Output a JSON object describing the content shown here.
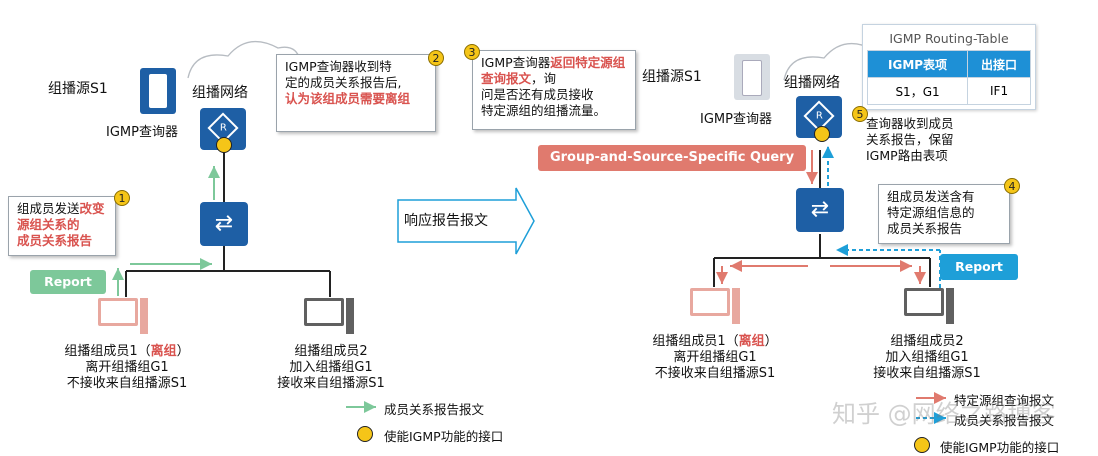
{
  "left": {
    "source_label": "组播源S1",
    "network_label": "组播网络",
    "querier_label": "IGMP查询器",
    "callout2": {
      "badge": "2",
      "line1": "IGMP查询器收到特",
      "line2": "定的成员关系报告后,",
      "highlight": "认为该组成员需要离组"
    },
    "callout1": {
      "badge": "1",
      "prefix": "组成员发送",
      "highlight1": "改变源组关系的",
      "highlight2": "成员关系报告"
    },
    "report_label": "Report",
    "pc1": {
      "line1": "组播组成员1（",
      "leave": "离组",
      "line1_end": "）",
      "line2": "离开组播组G1",
      "line3": "不接收来自组播源S1"
    },
    "pc2": {
      "line1": "组播组成员2",
      "line2": "加入组播组G1",
      "line3": "接收来自组播源S1"
    },
    "legend": {
      "report_msg": "成员关系报告报文",
      "igmp_interface": "使能IGMP功能的接口"
    }
  },
  "middle": {
    "arrow_label": "响应报告报文",
    "callout3": {
      "badge": "3",
      "prefix": "IGMP查询器",
      "highlight": "返回特定源组查询报文",
      "rest1": "，询",
      "rest2": "问是否还有成员接收",
      "rest3": "特定源组的组播流量。"
    },
    "query_label": "Group-and-Source-Specific Query"
  },
  "right": {
    "source_label": "组播源S1",
    "network_label": "组播网络",
    "querier_label": "IGMP查询器",
    "routing_table": {
      "title": "IGMP Routing-Table",
      "headers": [
        "IGMP表项",
        "出接口"
      ],
      "row": [
        "S1，G1",
        "IF1"
      ]
    },
    "callout5": {
      "badge": "5",
      "line1": "查询器收到成员",
      "line2": "关系报告，保留",
      "line3": "IGMP路由表项"
    },
    "callout4": {
      "badge": "4",
      "line1": "组成员发送含有",
      "line2": "特定源组信息的",
      "line3": "成员关系报告"
    },
    "report_label": "Report",
    "pc1": {
      "line1": "组播组成员1（",
      "leave": "离组",
      "line1_end": "）",
      "line2": "离开组播组G1",
      "line3": "不接收来自组播源S1"
    },
    "pc2": {
      "line1": "组播组成员2",
      "line2": "加入组播组G1",
      "line3": "接收来自组播源S1"
    },
    "legend": {
      "query_msg": "特定源组查询报文",
      "report_msg": "成员关系报告报文",
      "igmp_interface": "使能IGMP功能的接口"
    }
  },
  "watermark": "知乎 @网络之路博客",
  "colors": {
    "blue": "#1e5fa5",
    "green": "#7dc89a",
    "red": "#e07a6e",
    "cyan": "#1e9fd8",
    "yellow": "#f5c518"
  }
}
